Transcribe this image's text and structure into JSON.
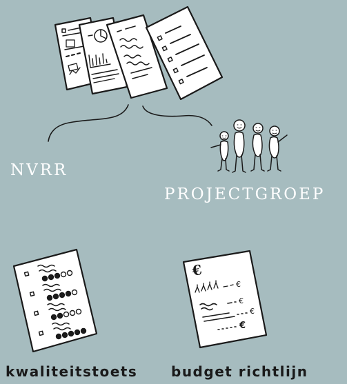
{
  "labels": {
    "nvrr": "NVRR",
    "projectgroep": "PROJECTGROEP",
    "kwaliteitstoets": "kwaliteitstoets",
    "budget_richtlijn": "budget richtlijn"
  },
  "budget_doc": {
    "currency_symbol": "€",
    "line_symbol": "€"
  },
  "colors": {
    "background": "#a6bcbf",
    "paper": "#ffffff",
    "ink": "#1a1a1a",
    "serif_label": "#ffffff"
  }
}
